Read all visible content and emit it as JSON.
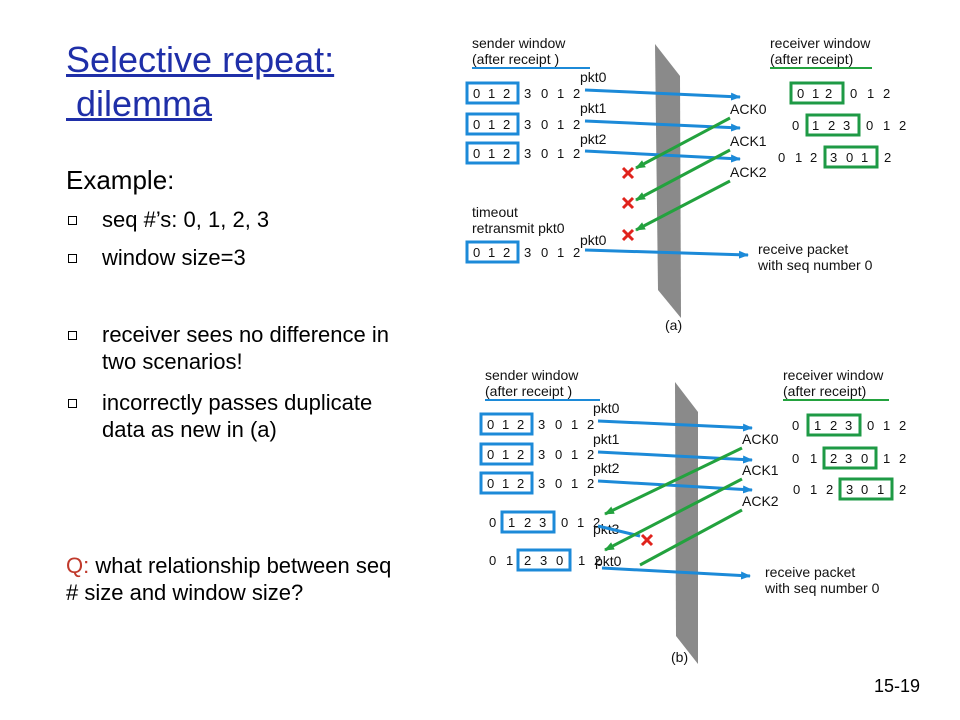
{
  "title": {
    "line1": "Selective repeat:",
    "line2": " dilemma"
  },
  "example_label": "Example:",
  "bullets": [
    "seq #’s: 0, 1, 2, 3",
    "window size=3",
    "receiver sees no difference in two scenarios!",
    "incorrectly passes duplicate data as new in (a)"
  ],
  "question": {
    "prefix": "Q:",
    "text": "what relationship between seq # size and window size?"
  },
  "slide_number": "15-19",
  "diagram_a": {
    "sender_header": [
      "sender window",
      "(after receipt )"
    ],
    "receiver_header": [
      "receiver window",
      "(after receipt)"
    ],
    "sequence": [
      "0",
      "1",
      "2",
      "3",
      "0",
      "1",
      "2"
    ],
    "packets": [
      "pkt0",
      "pkt1",
      "pkt2"
    ],
    "acks": [
      "ACK0",
      "ACK1",
      "ACK2"
    ],
    "timeout_label": [
      "timeout",
      "retransmit pkt0"
    ],
    "retransmit_packet": "pkt0",
    "receive_label": [
      "receive packet",
      "with seq number 0"
    ],
    "caption": "(a)"
  },
  "diagram_b": {
    "sender_header": [
      "sender window",
      "(after receipt )"
    ],
    "receiver_header": [
      "receiver window",
      "(after receipt)"
    ],
    "sequence": [
      "0",
      "1",
      "2",
      "3",
      "0",
      "1",
      "2"
    ],
    "packets": [
      "pkt0",
      "pkt1",
      "pkt2",
      "pkt3",
      "pkt0"
    ],
    "acks": [
      "ACK0",
      "ACK1",
      "ACK2"
    ],
    "receive_label": [
      "receive packet",
      "with seq number 0"
    ],
    "caption": "(b)"
  },
  "colors": {
    "title": "#1f2fa8",
    "sender_box": "#1c8ad8",
    "receiver_box": "#1e9a45",
    "packet_arrow": "#1c8ad8",
    "ack_arrow": "#23a23e",
    "lost_marker": "#e0231c",
    "divider": "#8a8a8a"
  }
}
